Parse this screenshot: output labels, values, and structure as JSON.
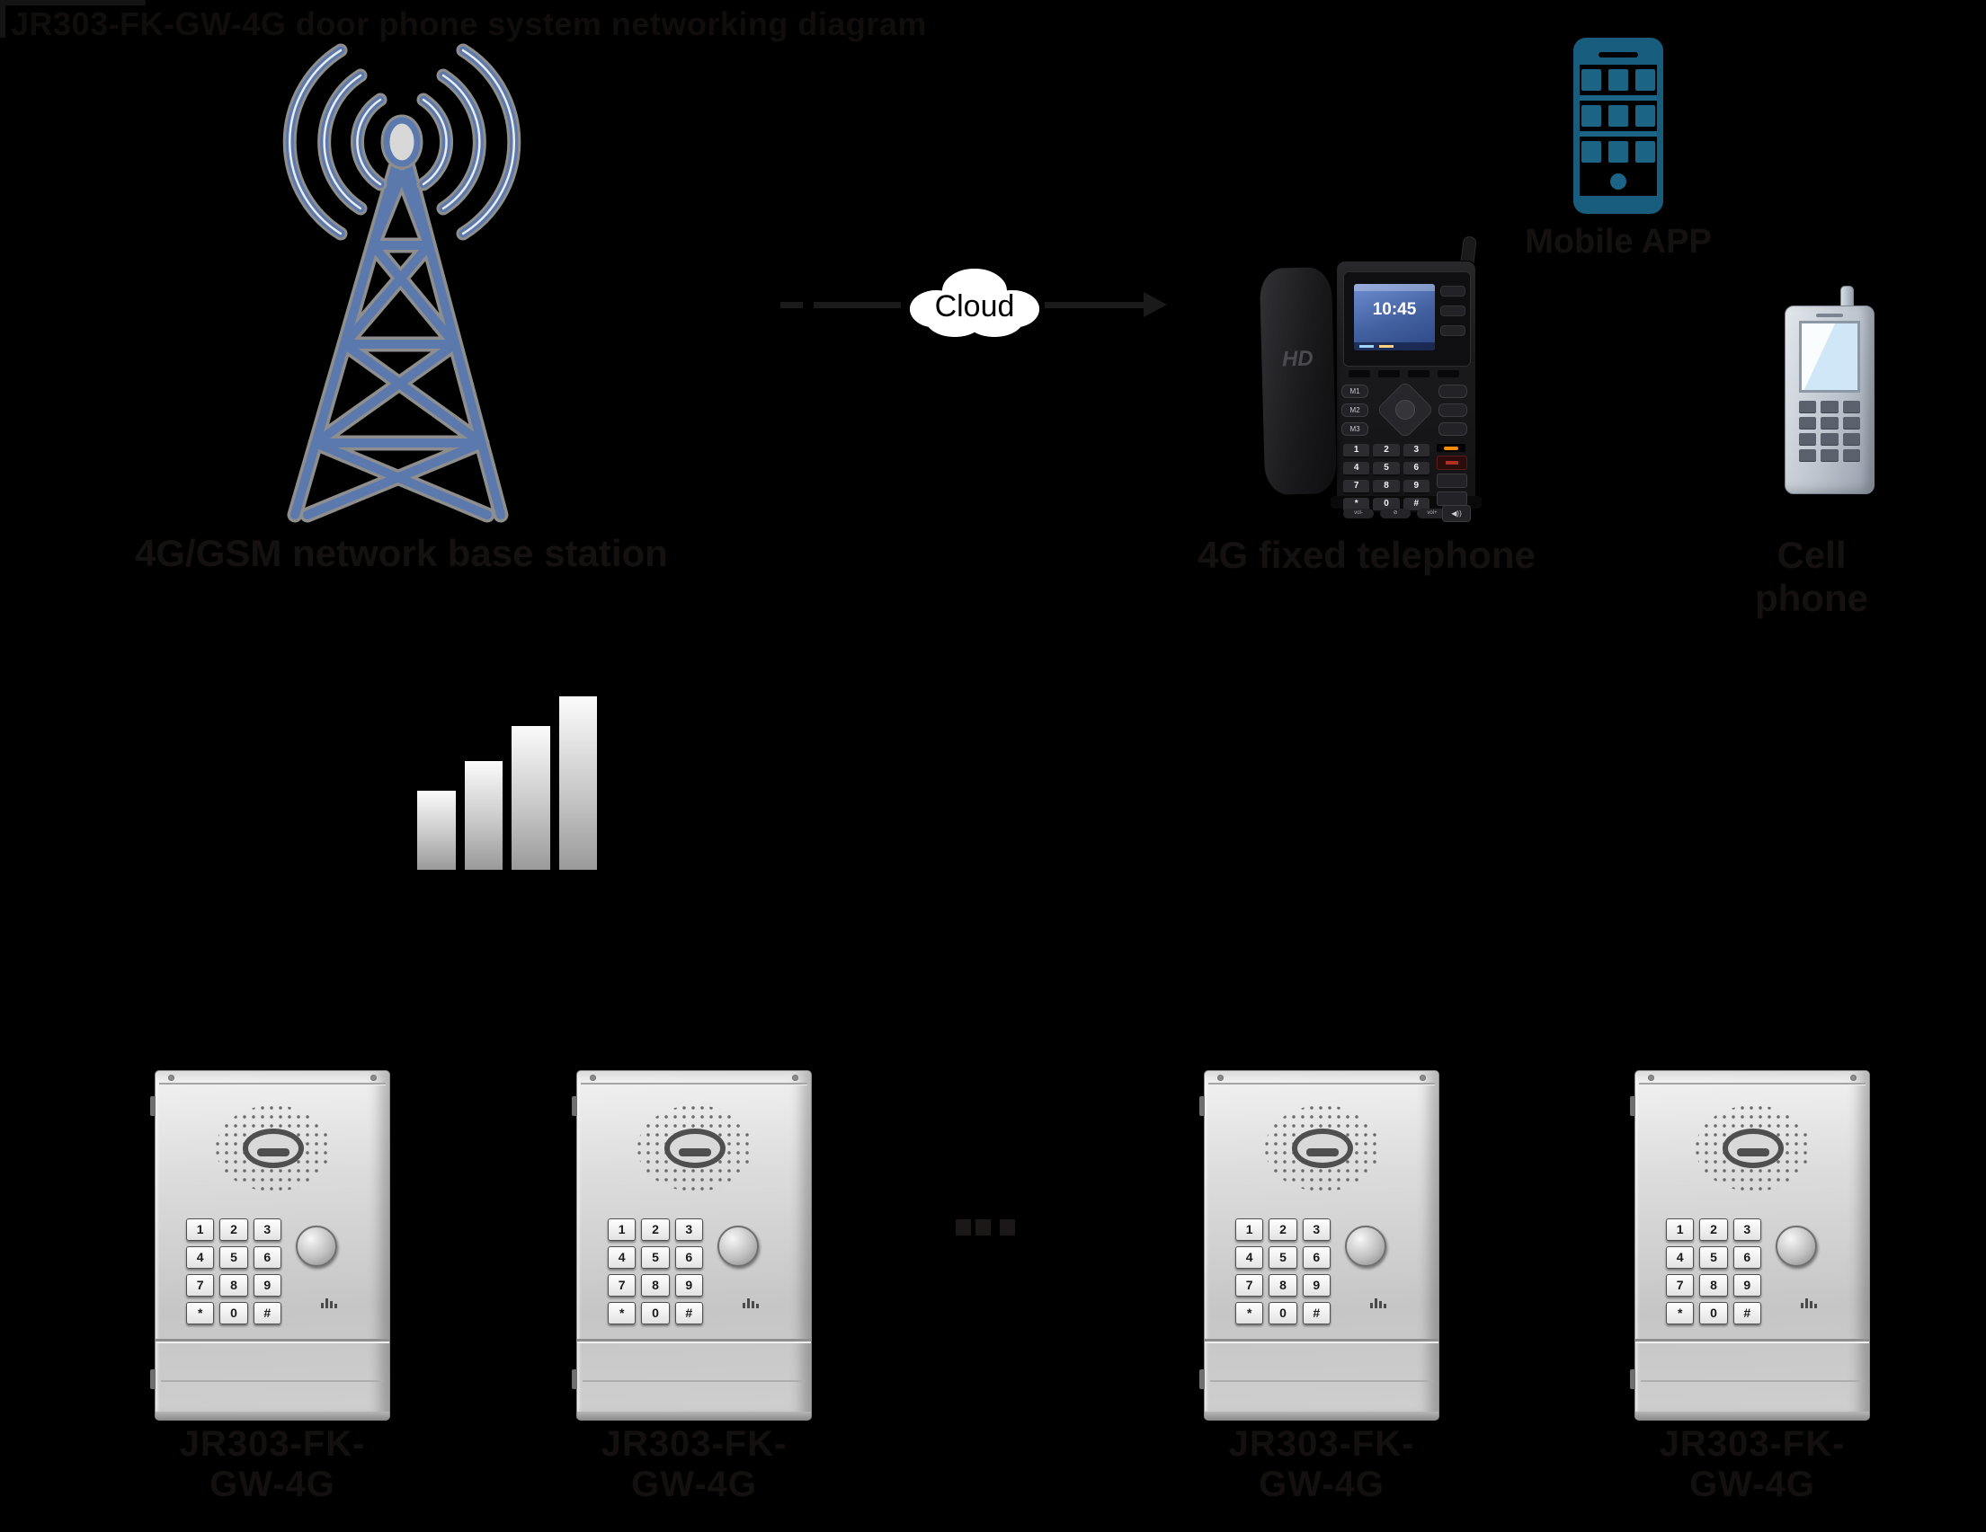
{
  "header": {
    "title": "JR303-FK-GW-4G door phone system networking diagram"
  },
  "tower": {
    "label": "4G/GSM network base station"
  },
  "cloud": {
    "label": "Cloud"
  },
  "ip_phone": {
    "label": "4G fixed telephone",
    "logo": "HD",
    "clock": "10:45",
    "memory_keys": [
      "M1",
      "M2",
      "M3"
    ],
    "digits": [
      "1",
      "2",
      "3",
      "4",
      "5",
      "6",
      "7",
      "8",
      "9",
      "*",
      "0",
      "#"
    ],
    "bottom_keys": [
      "vol-",
      "⊘",
      "vol+"
    ],
    "speaker_key": "◀))"
  },
  "mobile_app": {
    "label": "Mobile APP"
  },
  "cell_phone": {
    "label": "Cell phone"
  },
  "signal_bars": {
    "bar_count": 4,
    "relative_heights": [
      88,
      121,
      160,
      193
    ]
  },
  "intercoms": {
    "keypad": [
      "1",
      "2",
      "3",
      "4",
      "5",
      "6",
      "7",
      "8",
      "9",
      "*",
      "0",
      "#"
    ],
    "units": [
      {
        "label": "JR303-FK-GW-4G"
      },
      {
        "label": "JR303-FK-GW-4G"
      },
      {
        "label": "JR303-FK-GW-4G"
      },
      {
        "label": "JR303-FK-GW-4G"
      }
    ],
    "more_units_ellipsis": "..."
  },
  "colors": {
    "background": "#000000",
    "tower_blue": "#5b79ad",
    "tower_outline": "#8e8e8e",
    "app_icon_teal": "#185d7d",
    "faint_label": "#161111",
    "connector": "#1a1a1a",
    "screen_blue": "#42609f"
  }
}
